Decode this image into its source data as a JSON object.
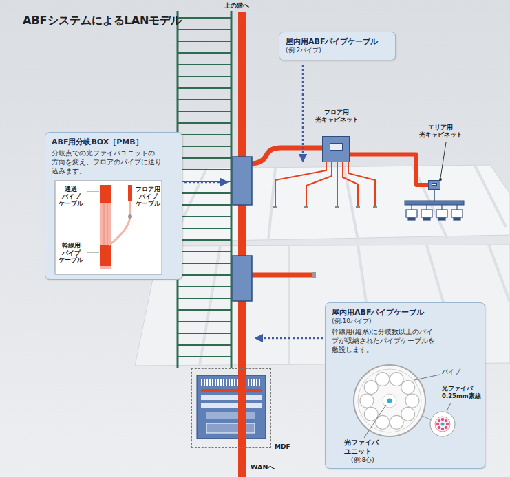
{
  "diagram": {
    "title": "ABFシステムによるLANモデル",
    "nodes": [
      {
        "text": [
          "屋内用ABFパイプケーブル",
          "(例:2パイプ)"
        ]
      },
      {
        "text": [
          "フロア用 光キャビネット"
        ]
      },
      {
        "text": [
          "エリア用 光キャビネット"
        ]
      },
      {
        "text": [
          "ABF用分岐BOX［PMB］",
          "分岐点での光ファイバユニットの 方向を変え、フロアのパイプに送り 込みます。"
        ]
      },
      {
        "text": [
          "屋内用ABFパイプケーブル",
          "(例:10パイプ)",
          "幹線用(縦系)に分岐数以上のパイ プが収納されたパイプケーブルを 敷設します。"
        ]
      },
      {
        "text": [
          "MDF"
        ]
      }
    ],
    "edges": [
      {
        "from": 1,
        "to": 2,
        "arrow": "none"
      }
    ],
    "labels": [
      "上の階へ",
      "通過 パイプ ケーブル",
      "フロア用 パイプ ケーブル",
      "幹線用 パイプ ケーブル",
      "パイプ",
      "光ファイバ 0.25mm素線",
      "光ファイバ ユニット",
      "(例:8心)",
      "WANへ"
    ]
  }
}
